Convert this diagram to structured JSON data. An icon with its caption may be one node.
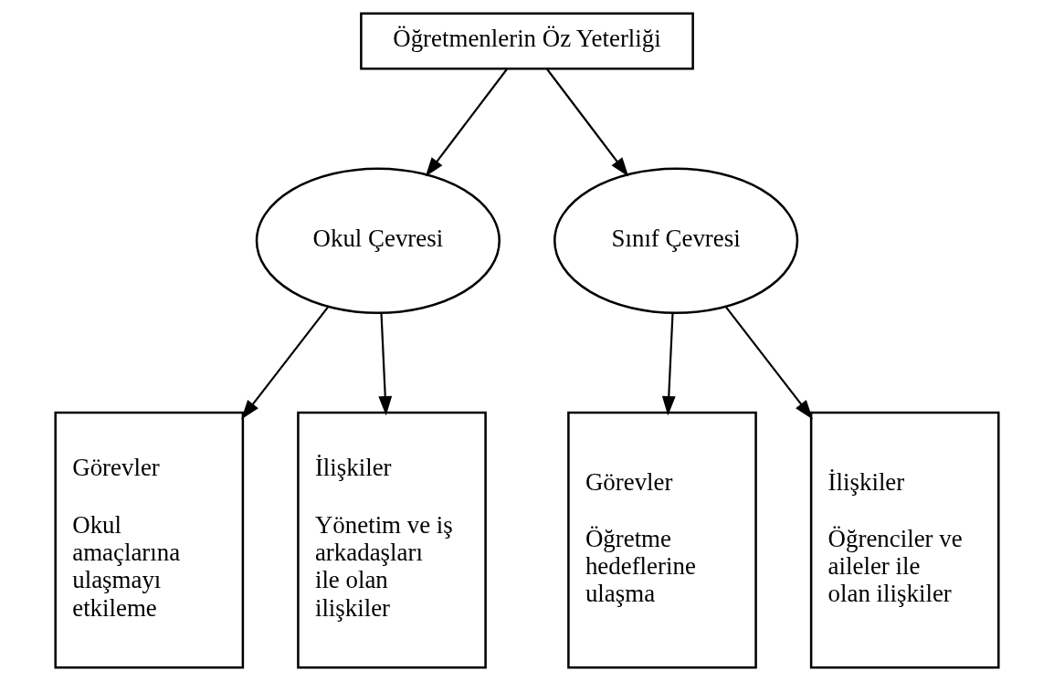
{
  "diagram": {
    "nodes": [
      {
        "text": [
          "Öğretmenlerin Öz Yeterliği"
        ]
      },
      {
        "text": [
          "Okul Çevresi"
        ]
      },
      {
        "text": [
          "Sınıf Çevresi"
        ]
      },
      {
        "text": [
          "Görevler",
          "Okul amaçlarına ulaşmayı etkileme"
        ]
      },
      {
        "text": [
          "İlişkiler",
          "Yönetim ve iş arkadaşları ile olan ilişkiler"
        ]
      },
      {
        "text": [
          "Görevler",
          "Öğretme hedeflerine ulaşma"
        ]
      },
      {
        "text": [
          "İlişkiler",
          "Öğrenciler ve aileler ile olan ilişkiler"
        ]
      }
    ],
    "edges": [
      {
        "from": 0,
        "to": 1,
        "arrow": "to"
      },
      {
        "from": 0,
        "to": 2,
        "arrow": "to"
      },
      {
        "from": 1,
        "to": 3,
        "arrow": "to"
      },
      {
        "from": 1,
        "to": 4,
        "arrow": "to"
      },
      {
        "from": 2,
        "to": 5,
        "arrow": "to"
      },
      {
        "from": 2,
        "to": 6,
        "arrow": "to"
      }
    ]
  }
}
